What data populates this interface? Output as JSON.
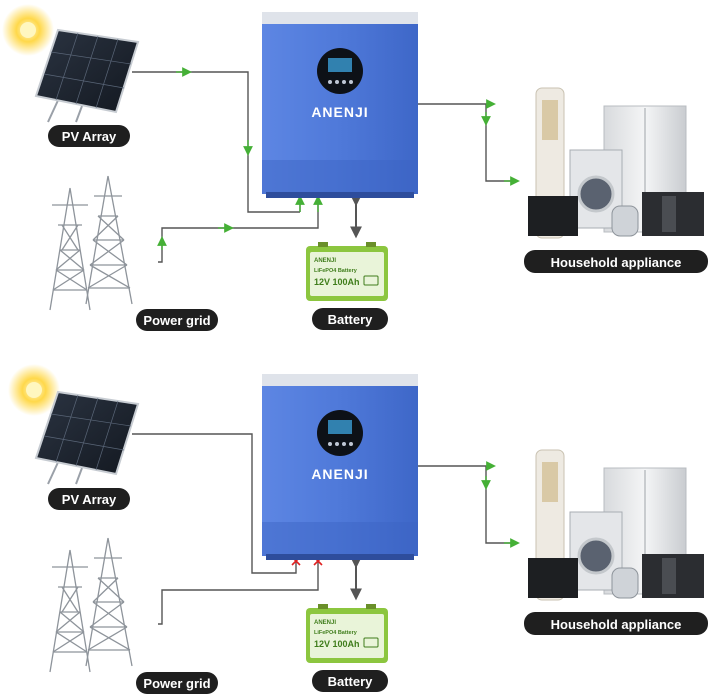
{
  "colors": {
    "inverter": "#4f79d9",
    "inverter_dark": "#3b63c4",
    "pill": "#1f1f1f",
    "flow_arrow": "#45b036",
    "battery": "#8cc63f",
    "wire": "#555555",
    "fault": "#e02020"
  },
  "icons": {
    "sun": "sun-icon",
    "panel": "solar-panel-icon",
    "tower": "transmission-tower-icon",
    "battery": "battery-icon",
    "appliances": "household-appliances-icon",
    "fault": "cross-mark-icon"
  },
  "top": {
    "pv_label": "PV Array",
    "grid_label": "Power grid",
    "battery_label": "Battery",
    "appliance_label": "Household appliance",
    "inverter_brand": "ANENJI",
    "battery_brand": "ANENJI",
    "battery_type": "LiFePO4 Battery",
    "battery_spec": "12V 100Ah"
  },
  "bottom": {
    "pv_label": "PV Array",
    "grid_label": "Power grid",
    "battery_label": "Battery",
    "appliance_label": "Household appliance",
    "inverter_brand": "ANENJI",
    "battery_brand": "ANENJI",
    "battery_type": "LiFePO4 Battery",
    "battery_spec": "12V 100Ah"
  }
}
